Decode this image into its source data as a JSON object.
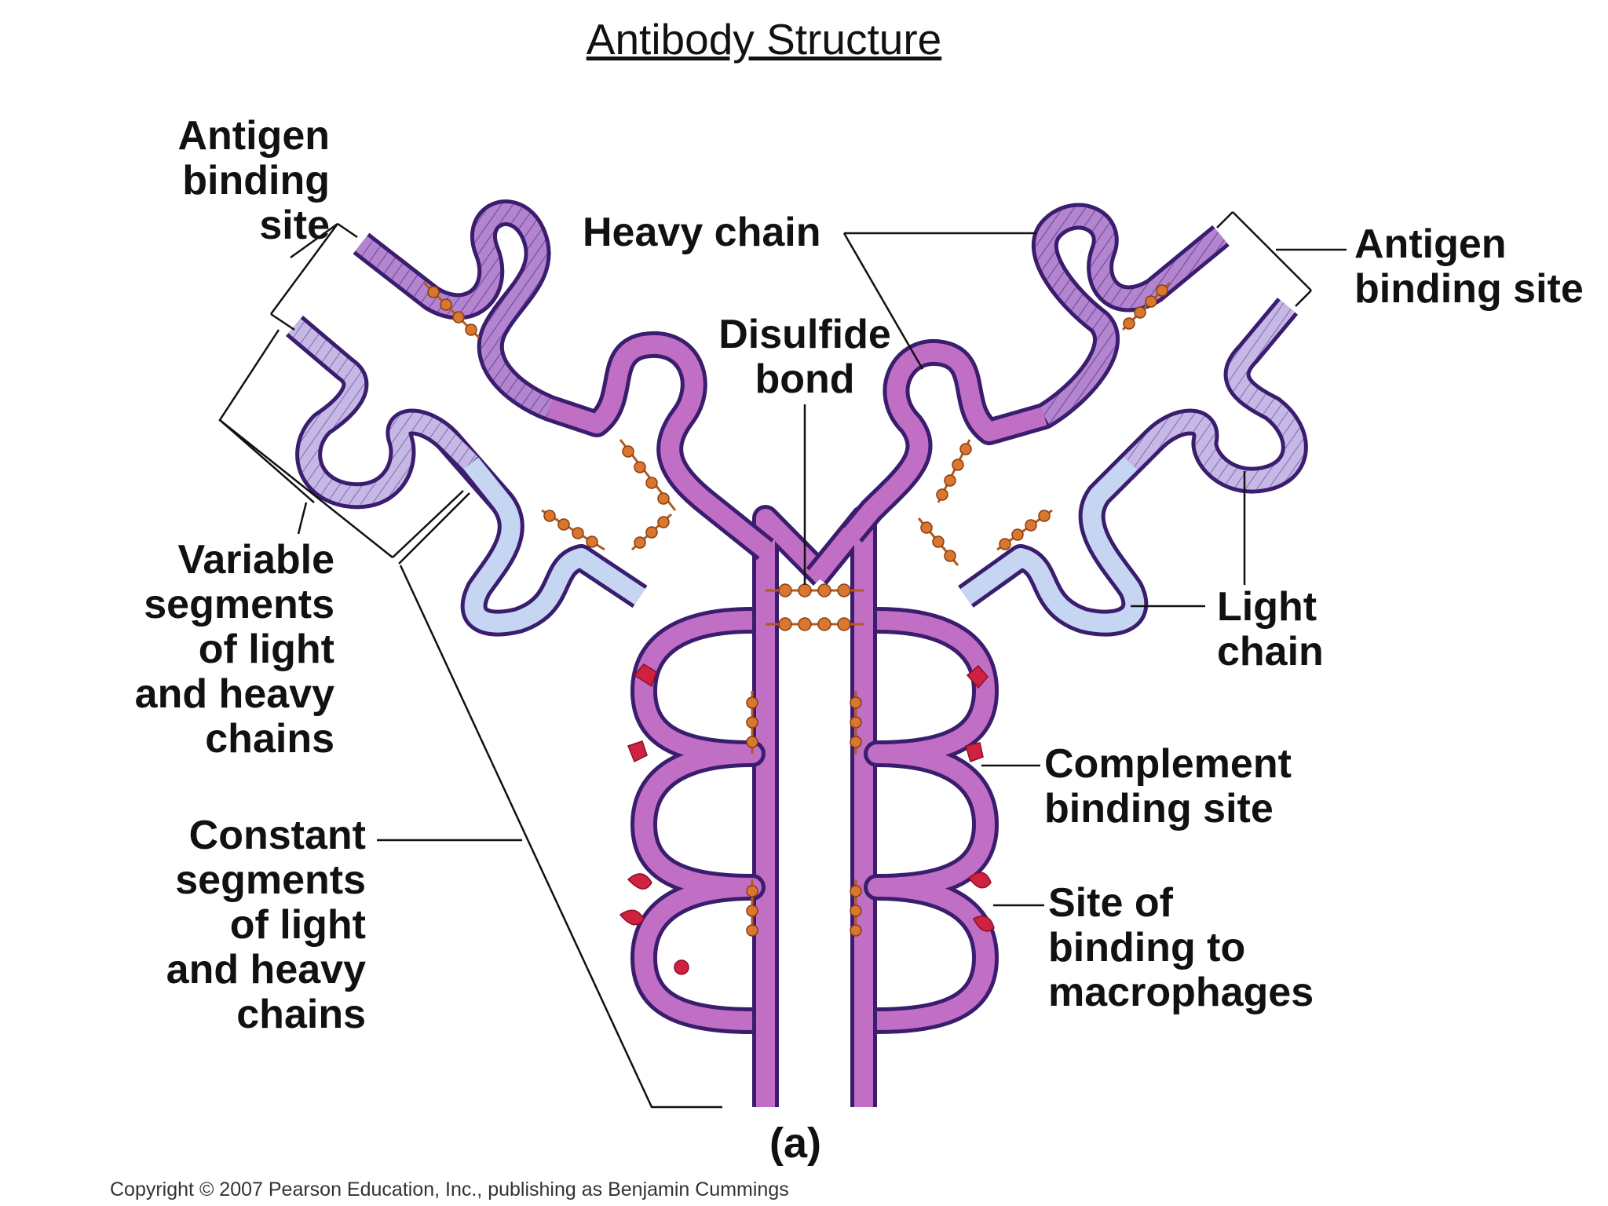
{
  "title": "Antibody Structure",
  "labels": {
    "antigen_left": [
      "Antigen",
      "binding",
      "site"
    ],
    "heavy_chain": [
      "Heavy chain"
    ],
    "disulfide": [
      "Disulfide",
      "bond"
    ],
    "antigen_right": [
      "Antigen",
      "binding site"
    ],
    "variable": [
      "Variable",
      "segments",
      "of light",
      "and heavy",
      "chains"
    ],
    "light_chain": [
      "Light",
      "chain"
    ],
    "constant": [
      "Constant",
      "segments",
      "of light",
      "and heavy",
      "chains"
    ],
    "complement": [
      "Complement",
      "binding site"
    ],
    "macrophage": [
      "Site of",
      "binding to",
      "macrophages"
    ]
  },
  "panel_label": "(a)",
  "copyright": "Copyright © 2007 Pearson Education, Inc., publishing as Benjamin Cummings",
  "colors": {
    "heavy_variable": "#b384d0",
    "heavy_constant": "#c06fc4",
    "chain_edge": "#3a1d6e",
    "light_variable": "#c6b8e6",
    "light_constant": "#c6d6f2",
    "bond_bead": "#d9772e",
    "binding_site_knob": "#cf2140"
  }
}
